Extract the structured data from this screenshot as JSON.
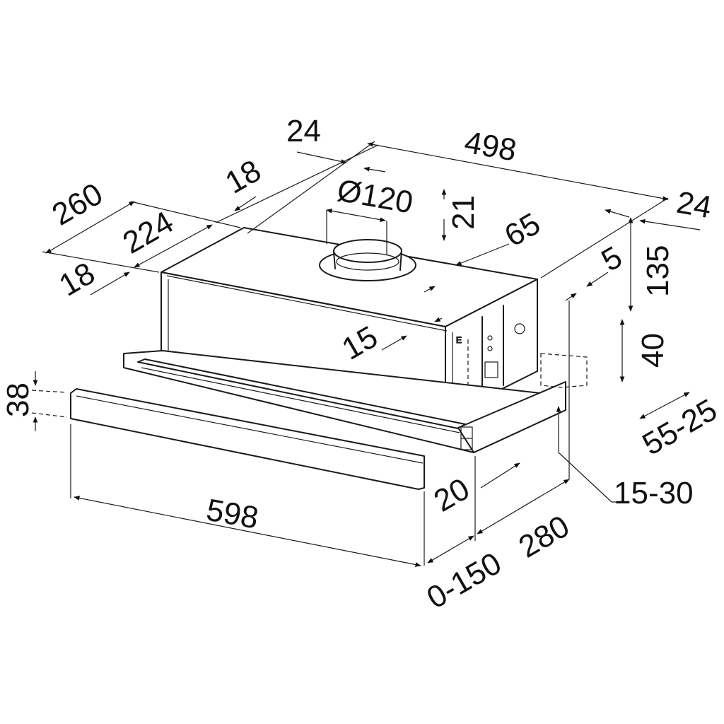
{
  "drawing": {
    "title": "Telescopic range hood dimension drawing",
    "units": "mm",
    "line_color": "#1a1a1a",
    "background": "#ffffff"
  },
  "dimensions": {
    "depth_total": "260",
    "depth_inner": "224",
    "depth_offset_front": "18",
    "depth_offset_back": "18",
    "top_offset_left": "24",
    "top_width": "498",
    "top_offset_right": "24",
    "duct_diameter": "Ø120",
    "duct_height": "21",
    "duct_offset": "65",
    "side_offset": "5",
    "body_height": "135",
    "front_offset": "15",
    "rear_height": "40",
    "rear_range": "55-25",
    "visor_height": "38",
    "overall_width": "598",
    "visor_depth_offset": "20",
    "bottom_depth": "280",
    "extension_range": "0-150",
    "edge_range": "15-30"
  }
}
